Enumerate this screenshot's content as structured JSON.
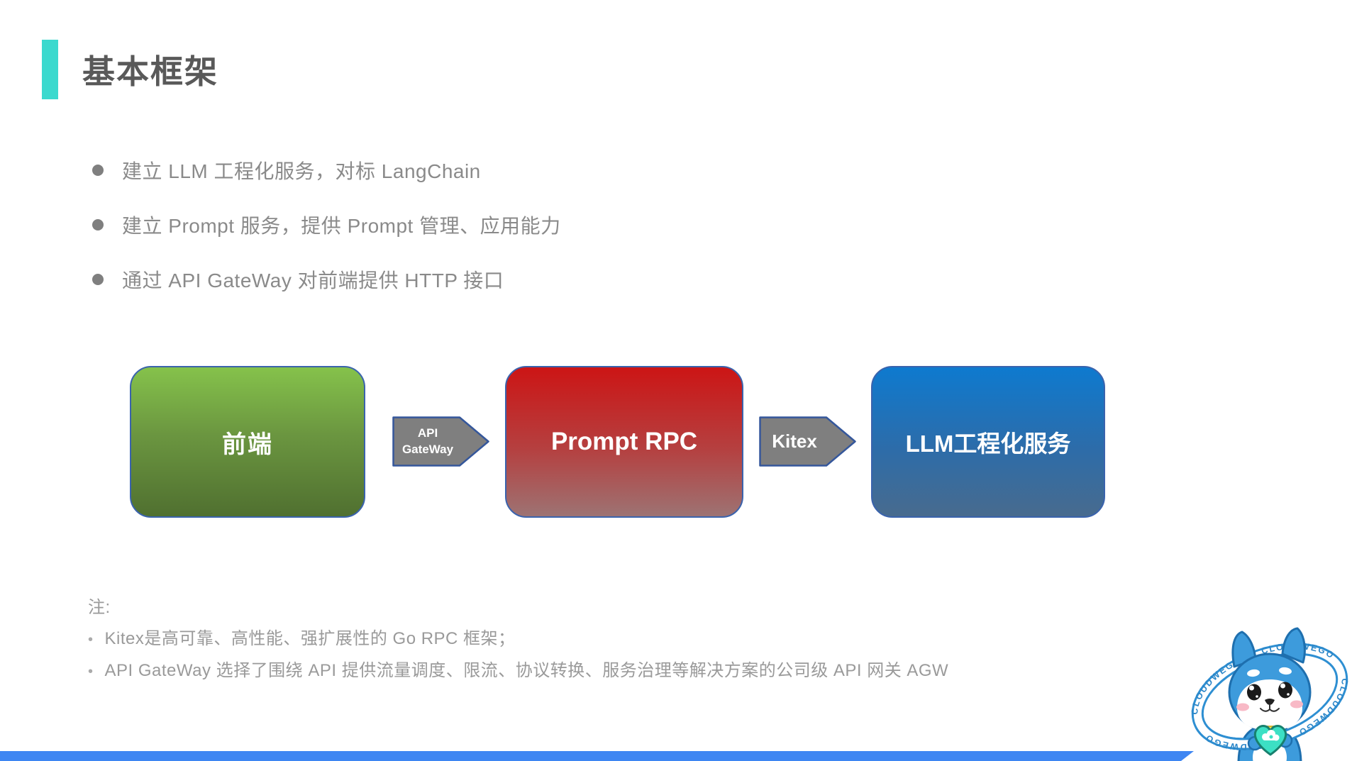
{
  "slide": {
    "title": "基本框架",
    "bullets": [
      "建立 LLM 工程化服务，对标 LangChain",
      "建立 Prompt 服务，提供 Prompt 管理、应用能力",
      "通过 API GateWay 对前端提供 HTTP 接口"
    ],
    "diagram": {
      "nodes": [
        {
          "label": "前端",
          "fill_top": "#85c24b",
          "fill_bottom": "#507030"
        },
        {
          "label": "Prompt RPC",
          "fill_top": "#cc1515",
          "fill_bottom": "#9d7373"
        },
        {
          "label": "LLM工程化服务",
          "fill_top": "#0e7acf",
          "fill_bottom": "#486b8e"
        }
      ],
      "connectors": [
        {
          "line1": "API",
          "line2": "GateWay"
        },
        {
          "line1": "Kitex"
        }
      ]
    },
    "notes": {
      "heading": "注:",
      "bullet_char": "•",
      "items": [
        "Kitex是高可靠、高性能、强扩展性的 Go RPC 框架；",
        "API GateWay 选择了围绕 API 提供流量调度、限流、协议转换、服务治理等解决方案的公司级 API 网关 AGW"
      ]
    },
    "mascot": {
      "ring_text": "CLOUDWEGO"
    },
    "colors": {
      "title_accent": "#3bd9ce",
      "title_text": "#595959",
      "body_text": "#8a8a8a",
      "note_text": "#9a9a9a",
      "node_border": "#3a63ad",
      "connector_fill": "#7f7f7f",
      "connector_border": "#35579b",
      "bottom_bar": "#3e86f2"
    }
  }
}
